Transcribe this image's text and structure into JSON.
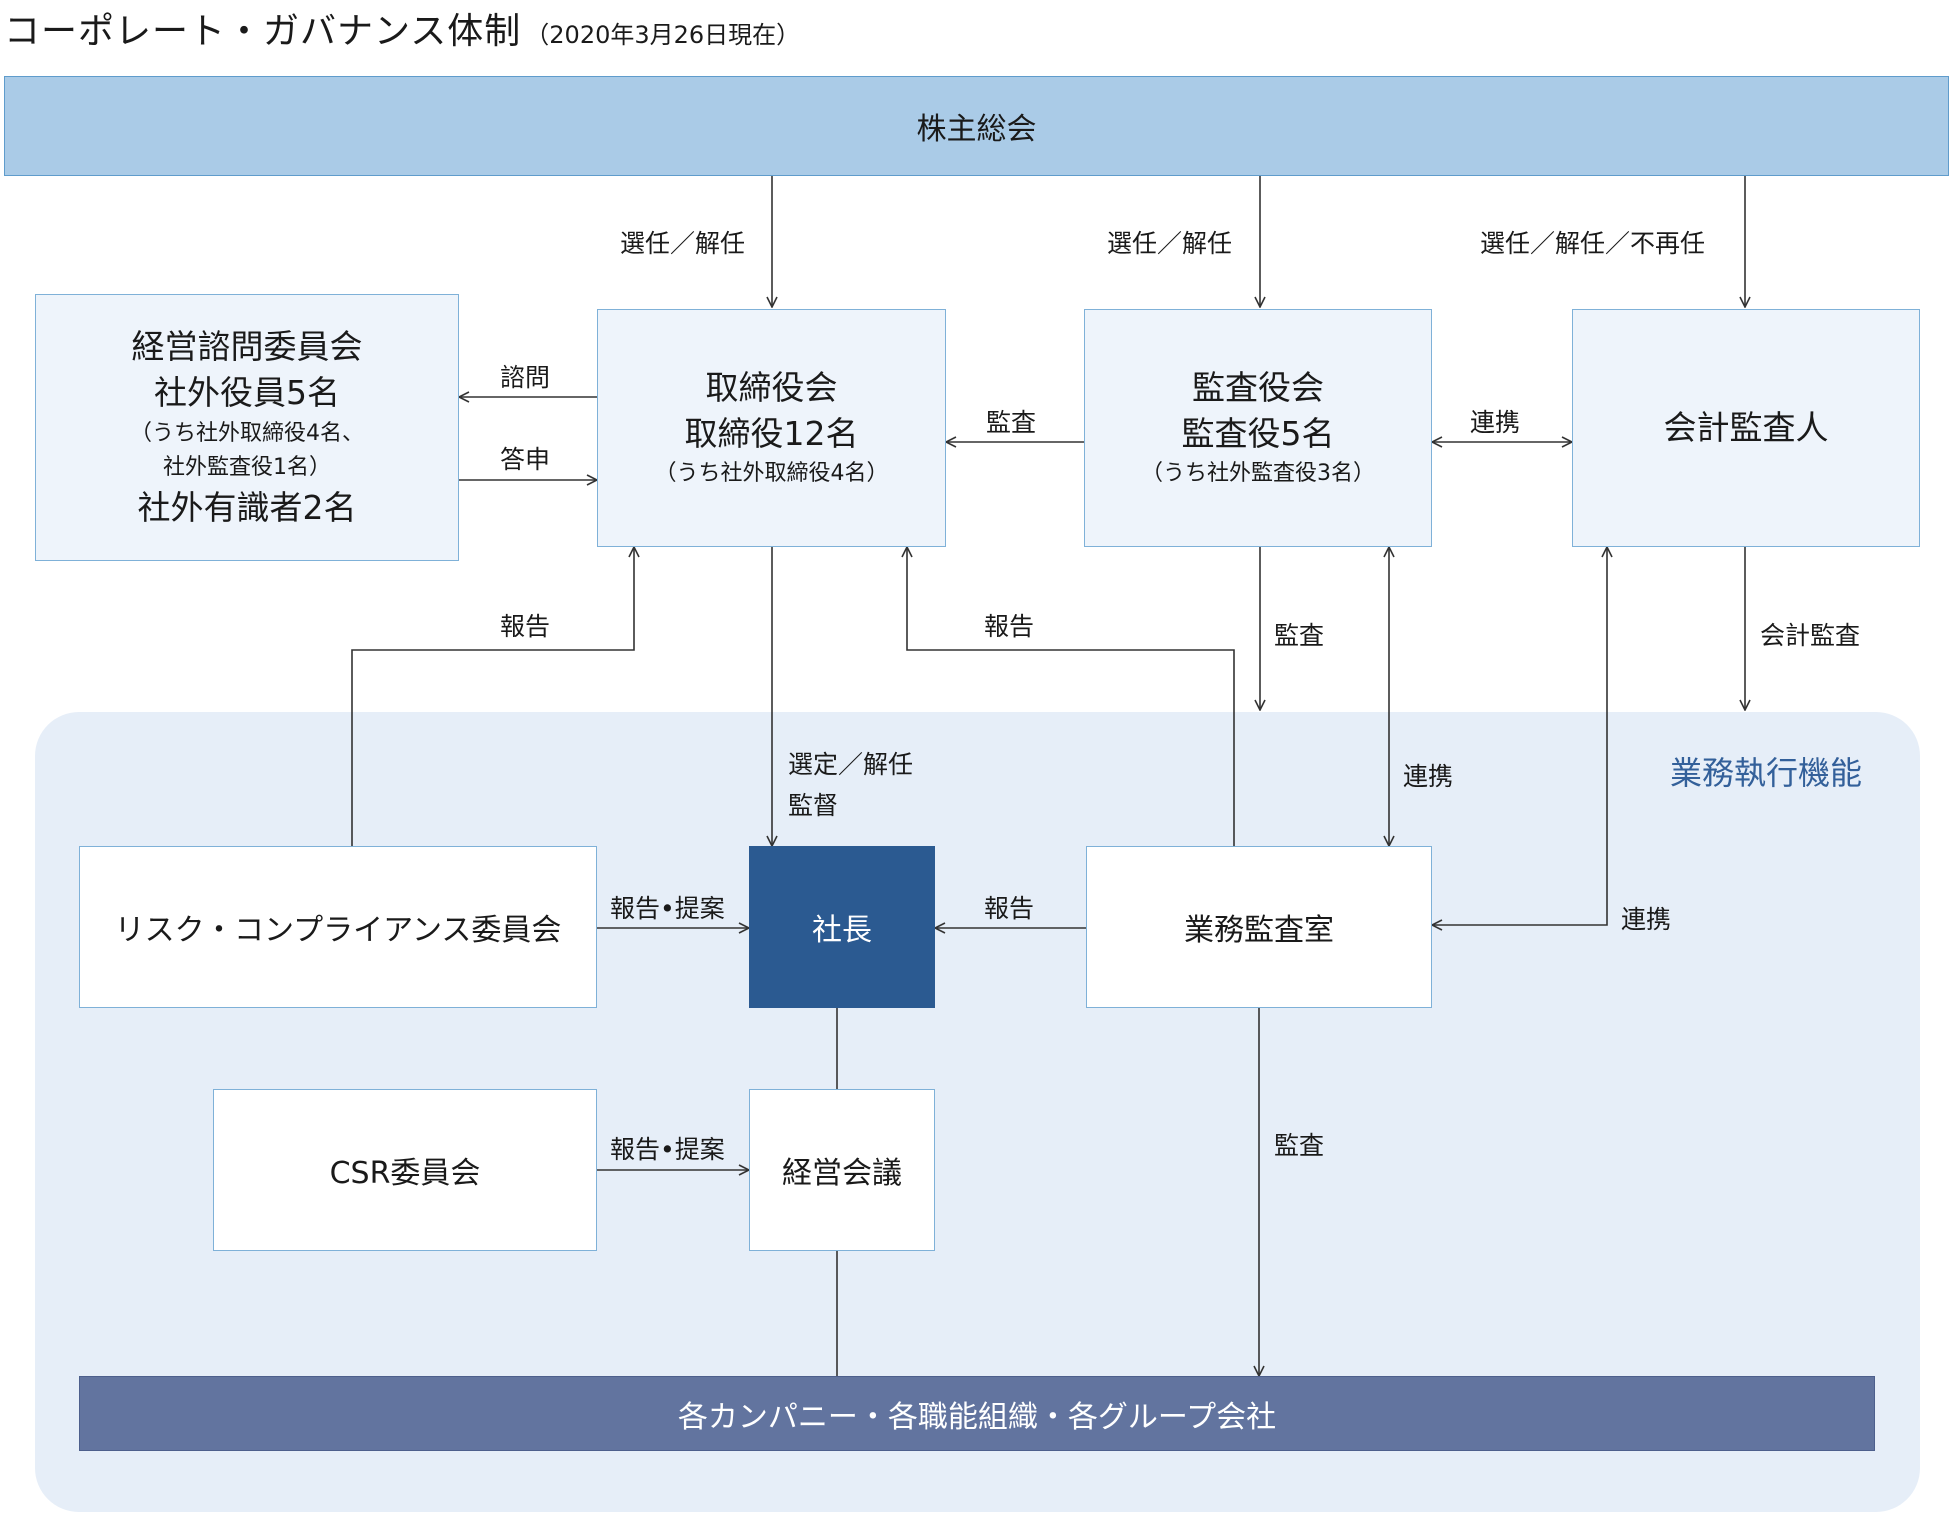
{
  "header": {
    "title": "コーポレート・ガバナンス体制",
    "date_note": "（2020年3月26日現在）"
  },
  "nodes": {
    "shareholders": "株主総会",
    "advisory": {
      "line1": "経営諮問委員会",
      "line2": "社外役員5名",
      "line3": "（うち社外取締役4名、",
      "line4": "社外監査役1名）",
      "line5": "社外有識者2名"
    },
    "board": {
      "line1": "取締役会",
      "line2": "取締役12名",
      "line3": "（うち社外取締役4名）"
    },
    "audit_board": {
      "line1": "監査役会",
      "line2": "監査役5名",
      "line3": "（うち社外監査役3名）"
    },
    "accounting_auditor": "会計監査人",
    "risk_committee": "リスク・コンプライアンス委員会",
    "president": "社長",
    "internal_audit": "業務監査室",
    "csr_committee": "CSR委員会",
    "management_meeting": "経営会議",
    "group": "各カンパニー・各職能組織・各グループ会社"
  },
  "region_label": "業務執行機能",
  "edge_labels": {
    "elect_board": "選任／解任",
    "elect_audit": "選任／解任",
    "elect_accounting": "選任／解任／不再任",
    "consult": "諮問",
    "answer": "答申",
    "audit_board_to_board": "監査",
    "link_audit_accounting": "連携",
    "report_risk": "報告",
    "report_internal": "報告",
    "audit_down": "監査",
    "accounting_audit": "会計監査",
    "select_line1": "選定／解任",
    "select_line2": "監督",
    "link_audit_internal": "連携",
    "link_accounting_internal": "連携",
    "report_propose_risk": "報告•提案",
    "report_internal_president": "報告",
    "report_propose_csr": "報告•提案",
    "audit_internal_group": "監査"
  }
}
